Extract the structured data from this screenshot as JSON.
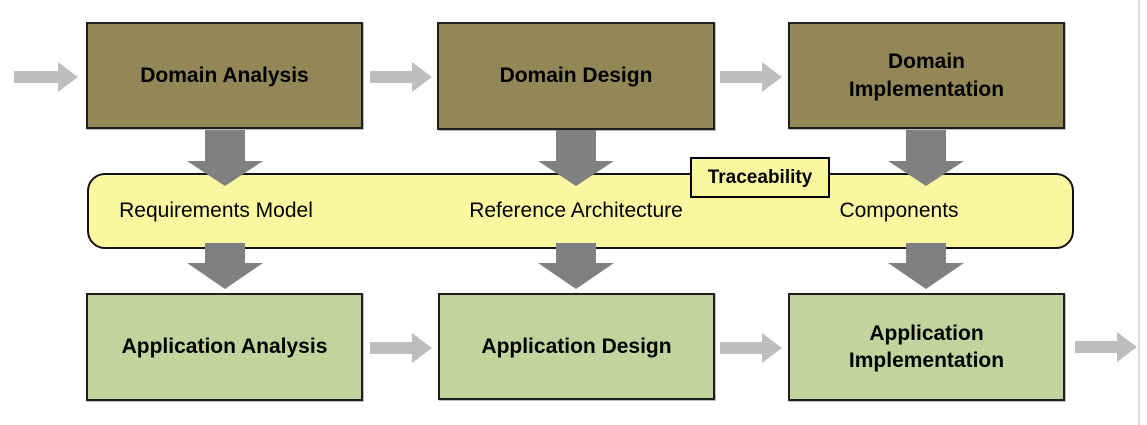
{
  "top_row": [
    {
      "label": "Domain Analysis"
    },
    {
      "label": "Domain Design"
    },
    {
      "label": "Domain\nImplementation"
    }
  ],
  "band": {
    "items": [
      {
        "label": "Requirements Model"
      },
      {
        "label": "Reference Architecture"
      },
      {
        "label": "Components"
      }
    ],
    "tag": "Traceability"
  },
  "bottom_row": [
    {
      "label": "Application Analysis"
    },
    {
      "label": "Application Design"
    },
    {
      "label": "Application\nImplementation"
    }
  ],
  "colors": {
    "domain_box": "#938657",
    "application_box": "#C4D29D",
    "band": "#FBF7A0",
    "flow_arrow": "#BEBEBE",
    "artifact_arrow": "#808080",
    "box_border": "#1E1E1E",
    "page_line": "#DBDBDB"
  }
}
